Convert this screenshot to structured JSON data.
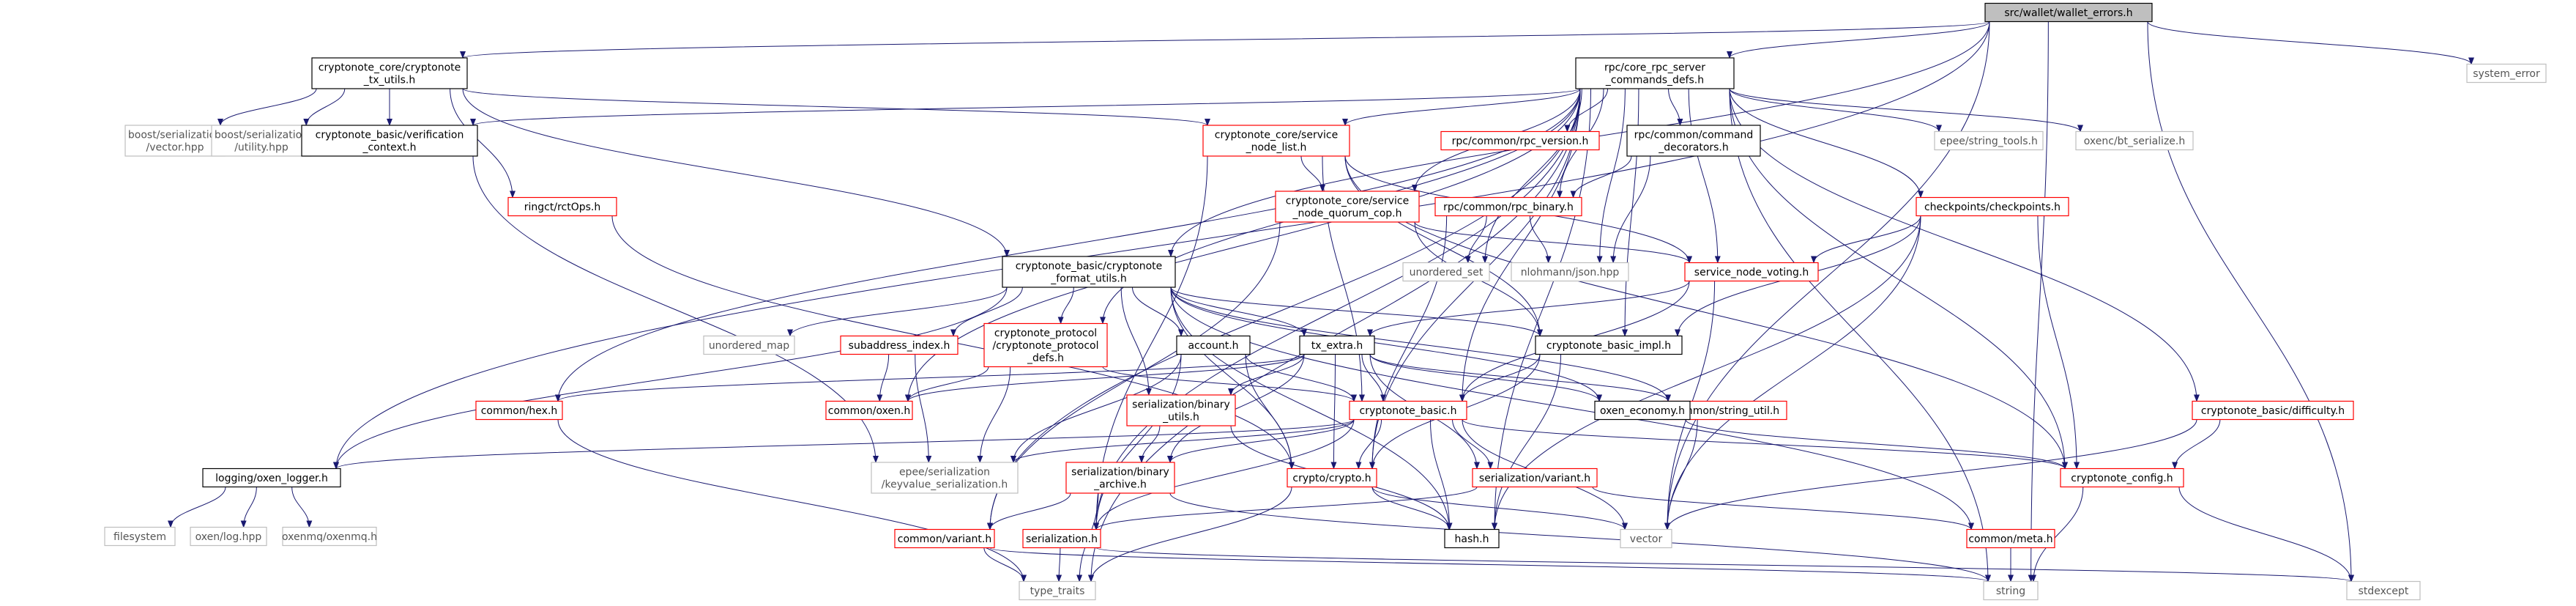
{
  "colors": {
    "edge": "#191970",
    "border_documented": "#000000",
    "border_undocumented": "#ff0000",
    "border_external": "#bfbfbf",
    "root_fill": "#bfbfbf",
    "text_main": "#000000",
    "text_external": "#555555"
  },
  "nodes": [
    {
      "id": "root",
      "lines": [
        "src/wallet/wallet_errors.h"
      ],
      "kind": "root"
    },
    {
      "id": "txutils",
      "lines": [
        "cryptonote_core/cryptonote",
        "_tx_utils.h"
      ],
      "kind": "doc"
    },
    {
      "id": "rpcdefs",
      "lines": [
        "rpc/core_rpc_server",
        "_commands_defs.h"
      ],
      "kind": "doc"
    },
    {
      "id": "syserr",
      "lines": [
        "system_error"
      ],
      "kind": "ext"
    },
    {
      "id": "sercvec",
      "lines": [
        "boost/serialization",
        "/vector.hpp"
      ],
      "kind": "ext"
    },
    {
      "id": "serutil",
      "lines": [
        "boost/serialization",
        "/utility.hpp"
      ],
      "kind": "ext"
    },
    {
      "id": "verif",
      "lines": [
        "cryptonote_basic/verification",
        "_context.h"
      ],
      "kind": "doc"
    },
    {
      "id": "snlist",
      "lines": [
        "cryptonote_core/service",
        "_node_list.h"
      ],
      "kind": "red"
    },
    {
      "id": "rpcver",
      "lines": [
        "rpc/common/rpc_version.h"
      ],
      "kind": "red"
    },
    {
      "id": "cmddec",
      "lines": [
        "rpc/common/command",
        "_decorators.h"
      ],
      "kind": "doc"
    },
    {
      "id": "eststr",
      "lines": [
        "epee/string_tools.h"
      ],
      "kind": "ext"
    },
    {
      "id": "btser",
      "lines": [
        "oxenc/bt_serialize.h"
      ],
      "kind": "ext"
    },
    {
      "id": "ringct",
      "lines": [
        "ringct/rctOps.h"
      ],
      "kind": "red"
    },
    {
      "id": "quorum",
      "lines": [
        "cryptonote_core/service",
        "_node_quorum_cop.h"
      ],
      "kind": "red"
    },
    {
      "id": "rpcbin",
      "lines": [
        "rpc/common/rpc_binary.h"
      ],
      "kind": "red"
    },
    {
      "id": "checkpts",
      "lines": [
        "checkpoints/checkpoints.h"
      ],
      "kind": "red"
    },
    {
      "id": "uset",
      "lines": [
        "unordered_set"
      ],
      "kind": "ext"
    },
    {
      "id": "json",
      "lines": [
        "nlohmann/json.hpp"
      ],
      "kind": "ext"
    },
    {
      "id": "snvote",
      "lines": [
        "service_node_voting.h"
      ],
      "kind": "red"
    },
    {
      "id": "fmtutils",
      "lines": [
        "cryptonote_basic/cryptonote",
        "_format_utils.h"
      ],
      "kind": "doc"
    },
    {
      "id": "umap",
      "lines": [
        "unordered_map"
      ],
      "kind": "ext"
    },
    {
      "id": "subaddr",
      "lines": [
        "subaddress_index.h"
      ],
      "kind": "red"
    },
    {
      "id": "protodefs",
      "lines": [
        "cryptonote_protocol",
        "/cryptonote_protocol",
        "_defs.h"
      ],
      "kind": "red"
    },
    {
      "id": "account",
      "lines": [
        "account.h"
      ],
      "kind": "doc"
    },
    {
      "id": "txextra",
      "lines": [
        "tx_extra.h"
      ],
      "kind": "doc"
    },
    {
      "id": "basicimpl",
      "lines": [
        "cryptonote_basic_impl.h"
      ],
      "kind": "doc"
    },
    {
      "id": "difficulty",
      "lines": [
        "cryptonote_basic/difficulty.h"
      ],
      "kind": "red"
    },
    {
      "id": "hex",
      "lines": [
        "common/hex.h"
      ],
      "kind": "red"
    },
    {
      "id": "oxen",
      "lines": [
        "common/oxen.h"
      ],
      "kind": "red"
    },
    {
      "id": "serbinutils",
      "lines": [
        "serialization/binary",
        "_utils.h"
      ],
      "kind": "red"
    },
    {
      "id": "strutil",
      "lines": [
        "common/string_util.h"
      ],
      "kind": "red"
    },
    {
      "id": "economy",
      "lines": [
        "oxen_economy.h"
      ],
      "kind": "doc"
    },
    {
      "id": "cnbasic",
      "lines": [
        "cryptonote_basic.h"
      ],
      "kind": "red"
    },
    {
      "id": "logger",
      "lines": [
        "logging/oxen_logger.h"
      ],
      "kind": "doc"
    },
    {
      "id": "keyval",
      "lines": [
        "epee/serialization",
        "/keyvalue_serialization.h"
      ],
      "kind": "ext"
    },
    {
      "id": "serbinarch",
      "lines": [
        "serialization/binary",
        "_archive.h"
      ],
      "kind": "red"
    },
    {
      "id": "crypto",
      "lines": [
        "crypto/crypto.h"
      ],
      "kind": "red"
    },
    {
      "id": "servariant",
      "lines": [
        "serialization/variant.h"
      ],
      "kind": "red"
    },
    {
      "id": "cnconfig",
      "lines": [
        "cryptonote_config.h"
      ],
      "kind": "red"
    },
    {
      "id": "filesystem",
      "lines": [
        "filesystem"
      ],
      "kind": "ext"
    },
    {
      "id": "oxenlog",
      "lines": [
        "oxen/log.hpp"
      ],
      "kind": "ext"
    },
    {
      "id": "oxenmq",
      "lines": [
        "oxenmq/oxenmq.h"
      ],
      "kind": "ext"
    },
    {
      "id": "variant",
      "lines": [
        "common/variant.h"
      ],
      "kind": "red"
    },
    {
      "id": "serialization",
      "lines": [
        "serialization.h"
      ],
      "kind": "red"
    },
    {
      "id": "hash",
      "lines": [
        "hash.h"
      ],
      "kind": "doc"
    },
    {
      "id": "vector",
      "lines": [
        "vector"
      ],
      "kind": "ext"
    },
    {
      "id": "meta",
      "lines": [
        "common/meta.h"
      ],
      "kind": "red"
    },
    {
      "id": "typetraits",
      "lines": [
        "type_traits"
      ],
      "kind": "ext"
    },
    {
      "id": "string",
      "lines": [
        "string"
      ],
      "kind": "ext"
    },
    {
      "id": "stdexcept",
      "lines": [
        "stdexcept"
      ],
      "kind": "ext"
    }
  ],
  "edges": [
    [
      "root",
      "txutils"
    ],
    [
      "root",
      "rpcdefs"
    ],
    [
      "root",
      "syserr"
    ],
    [
      "root",
      "logger"
    ],
    [
      "root",
      "string"
    ],
    [
      "root",
      "stdexcept"
    ],
    [
      "root",
      "vector"
    ],
    [
      "root",
      "fmtutils"
    ],
    [
      "txutils",
      "sercvec"
    ],
    [
      "txutils",
      "serutil"
    ],
    [
      "txutils",
      "verif"
    ],
    [
      "txutils",
      "snlist"
    ],
    [
      "txutils",
      "ringct"
    ],
    [
      "txutils",
      "fmtutils"
    ],
    [
      "rpcdefs",
      "snlist"
    ],
    [
      "rpcdefs",
      "rpcver"
    ],
    [
      "rpcdefs",
      "cmddec"
    ],
    [
      "rpcdefs",
      "eststr"
    ],
    [
      "rpcdefs",
      "btser"
    ],
    [
      "rpcdefs",
      "quorum"
    ],
    [
      "rpcdefs",
      "rpcbin"
    ],
    [
      "rpcdefs",
      "checkpts"
    ],
    [
      "rpcdefs",
      "uset"
    ],
    [
      "rpcdefs",
      "json"
    ],
    [
      "rpcdefs",
      "snvote"
    ],
    [
      "rpcdefs",
      "verif"
    ],
    [
      "rpcdefs",
      "protodefs"
    ],
    [
      "rpcdefs",
      "basicimpl"
    ],
    [
      "rpcdefs",
      "difficulty"
    ],
    [
      "rpcdefs",
      "hex"
    ],
    [
      "rpcdefs",
      "oxen"
    ],
    [
      "rpcdefs",
      "cnbasic"
    ],
    [
      "rpcdefs",
      "crypto"
    ],
    [
      "rpcdefs",
      "cnconfig"
    ],
    [
      "rpcdefs",
      "typetraits"
    ],
    [
      "rpcdefs",
      "string"
    ],
    [
      "rpcdefs",
      "hash"
    ],
    [
      "rpcdefs",
      "serialization"
    ],
    [
      "rpcdefs",
      "variant"
    ],
    [
      "verif",
      "keyval"
    ],
    [
      "snlist",
      "quorum"
    ],
    [
      "snlist",
      "snvote"
    ],
    [
      "snlist",
      "cnconfig"
    ],
    [
      "snlist",
      "basicimpl"
    ],
    [
      "snlist",
      "cnbasic"
    ],
    [
      "snlist",
      "serialization"
    ],
    [
      "cmddec",
      "rpcbin"
    ],
    [
      "cmddec",
      "json"
    ],
    [
      "ringct",
      "crypto"
    ],
    [
      "quorum",
      "snvote"
    ],
    [
      "quorum",
      "basicimpl"
    ],
    [
      "quorum",
      "variant"
    ],
    [
      "rpcbin",
      "uset"
    ],
    [
      "rpcbin",
      "json"
    ],
    [
      "rpcbin",
      "crypto"
    ],
    [
      "checkpts",
      "snvote"
    ],
    [
      "checkpts",
      "cnconfig"
    ],
    [
      "checkpts",
      "basicimpl"
    ],
    [
      "checkpts",
      "vector"
    ],
    [
      "checkpts",
      "hash"
    ],
    [
      "snvote",
      "txextra"
    ],
    [
      "snvote",
      "cnbasic"
    ],
    [
      "snvote",
      "vector"
    ],
    [
      "fmtutils",
      "umap"
    ],
    [
      "fmtutils",
      "subaddr"
    ],
    [
      "fmtutils",
      "protodefs"
    ],
    [
      "fmtutils",
      "account"
    ],
    [
      "fmtutils",
      "txextra"
    ],
    [
      "fmtutils",
      "basicimpl"
    ],
    [
      "fmtutils",
      "logger"
    ],
    [
      "fmtutils",
      "serbinutils"
    ],
    [
      "fmtutils",
      "strutil"
    ],
    [
      "fmtutils",
      "economy"
    ],
    [
      "fmtutils",
      "meta"
    ],
    [
      "fmtutils",
      "crypto"
    ],
    [
      "fmtutils",
      "hash"
    ],
    [
      "subaddr",
      "oxen"
    ],
    [
      "subaddr",
      "keyval"
    ],
    [
      "protodefs",
      "keyval"
    ],
    [
      "protodefs",
      "oxen"
    ],
    [
      "protodefs",
      "cnbasic"
    ],
    [
      "account",
      "cnbasic"
    ],
    [
      "account",
      "crypto"
    ],
    [
      "account",
      "keyval"
    ],
    [
      "account",
      "serialization"
    ],
    [
      "txextra",
      "hex"
    ],
    [
      "txextra",
      "oxen"
    ],
    [
      "txextra",
      "serbinutils"
    ],
    [
      "txextra",
      "serbinarch"
    ],
    [
      "txextra",
      "crypto"
    ],
    [
      "txextra",
      "cnbasic"
    ],
    [
      "txextra",
      "servariant"
    ],
    [
      "txextra",
      "economy"
    ],
    [
      "txextra",
      "strutil"
    ],
    [
      "basicimpl",
      "cnbasic"
    ],
    [
      "basicimpl",
      "crypto"
    ],
    [
      "basicimpl",
      "hash"
    ],
    [
      "difficulty",
      "cnconfig"
    ],
    [
      "difficulty",
      "vector"
    ],
    [
      "hex",
      "typetraits"
    ],
    [
      "serbinutils",
      "serbinarch"
    ],
    [
      "serbinutils",
      "hash"
    ],
    [
      "strutil",
      "vector"
    ],
    [
      "economy",
      "cnconfig"
    ],
    [
      "cnbasic",
      "logger"
    ],
    [
      "cnbasic",
      "keyval"
    ],
    [
      "cnbasic",
      "serbinarch"
    ],
    [
      "cnbasic",
      "crypto"
    ],
    [
      "cnbasic",
      "servariant"
    ],
    [
      "cnbasic",
      "cnconfig"
    ],
    [
      "cnbasic",
      "hash"
    ],
    [
      "cnbasic",
      "vector"
    ],
    [
      "cnbasic",
      "serialization"
    ],
    [
      "logger",
      "filesystem"
    ],
    [
      "logger",
      "oxenlog"
    ],
    [
      "logger",
      "oxenmq"
    ],
    [
      "serbinarch",
      "variant"
    ],
    [
      "serbinarch",
      "typetraits"
    ],
    [
      "serbinarch",
      "string"
    ],
    [
      "crypto",
      "hash"
    ],
    [
      "crypto",
      "typetraits"
    ],
    [
      "crypto",
      "vector"
    ],
    [
      "servariant",
      "serialization"
    ],
    [
      "servariant",
      "meta"
    ],
    [
      "cnconfig",
      "string"
    ],
    [
      "cnconfig",
      "stdexcept"
    ],
    [
      "variant",
      "typetraits"
    ],
    [
      "variant",
      "string"
    ],
    [
      "serialization",
      "typetraits"
    ],
    [
      "serialization",
      "stdexcept"
    ],
    [
      "meta",
      "string"
    ]
  ]
}
